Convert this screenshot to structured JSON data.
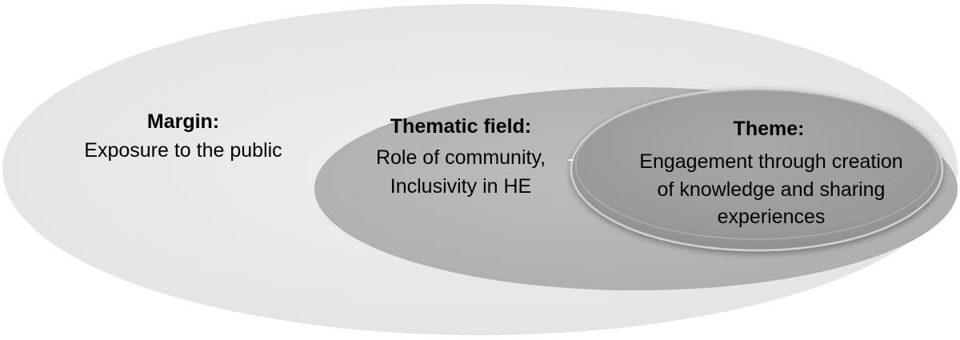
{
  "diagram": {
    "margin": {
      "title": "Margin:",
      "lines": [
        "Exposure to the public"
      ]
    },
    "thematic_field": {
      "title": "Thematic field:",
      "lines": [
        "Role of community,",
        "Inclusivity in HE"
      ]
    },
    "theme": {
      "title": "Theme:",
      "lines": [
        "Engagement through creation",
        "of knowledge and sharing",
        "experiences"
      ]
    }
  },
  "colors": {
    "margin_fill": "#eaeaea",
    "thematic_field_fill": "#b3b3b3",
    "theme_fill": "#9c9c9c",
    "theme_outline": "#cfcfcf",
    "text": "#000000"
  }
}
